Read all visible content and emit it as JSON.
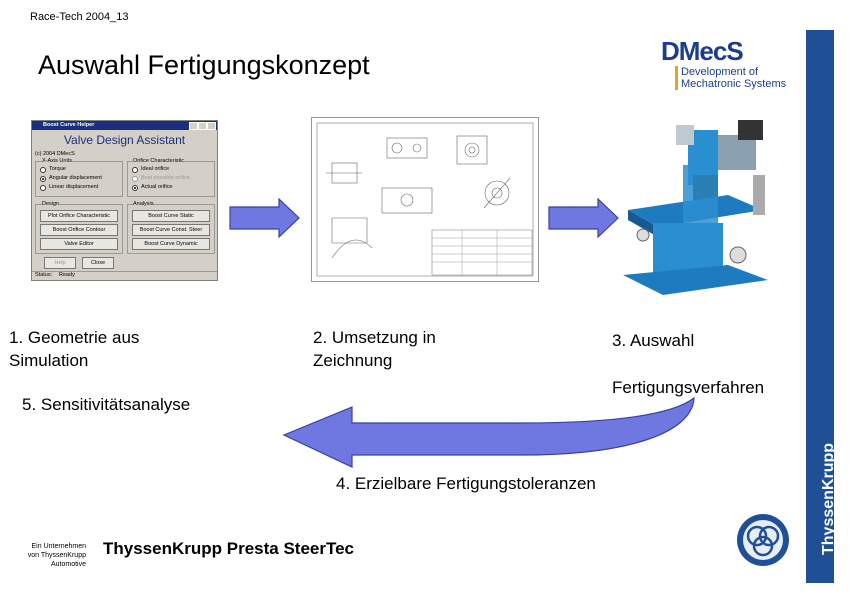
{
  "header": {
    "slide_code": "Race-Tech 2004_13",
    "title": "Auswahl Fertigungskonzept"
  },
  "logo": {
    "name": "DMecS",
    "line1": "Development of",
    "line2": "Mechatronic Systems"
  },
  "sidebar": {
    "text": "ThyssenKrupp",
    "color": "#1f4f95"
  },
  "dialog": {
    "window_title": "Boost Curve Helper",
    "heading": "Valve Design Assistant",
    "copyright": "(c) 2004 DMecS",
    "units_title": "X-Axis Units",
    "units": [
      "Torque",
      "Angular displacement",
      "Linear displacement"
    ],
    "units_selected": 1,
    "orifice_title": "Orifice Characteristic",
    "orifice": [
      "Ideal orifice",
      "Best possible orifice",
      "Actual orifice"
    ],
    "orifice_selected": 2,
    "design_title": "Design",
    "design_buttons": [
      "Plot Orifice Characteristic",
      "Boost Orifice Contour",
      "Valve Editor"
    ],
    "analysis_title": "Analysis",
    "analysis_buttons": [
      "Boost Curve Static",
      "Boost Curve Const. Steer",
      "Boost Curve Dynamic"
    ],
    "help_label": "Help",
    "close_label": "Close",
    "status_label": "Status:",
    "status_value": "Ready"
  },
  "steps": {
    "step1": "1. Geometrie aus",
    "step1b": "Simulation",
    "step2": "2. Umsetzung in",
    "step2b": "Zeichnung",
    "step3": "3. Auswahl",
    "step3b": "Fertigungsverfahren",
    "step4": "4. Erzielbare Fertigungstoleranzen",
    "step5": "5. Sensitivitätsanalyse"
  },
  "footer": {
    "line1": "Ein Unternehmen",
    "line2": "von ThyssenKrupp",
    "line3": "Automotive",
    "company": "ThyssenKrupp Presta SteerTec"
  },
  "colors": {
    "arrow": "#6e78e0",
    "arrow_edge": "#3a40a0",
    "machine": "#2a8fd0"
  }
}
